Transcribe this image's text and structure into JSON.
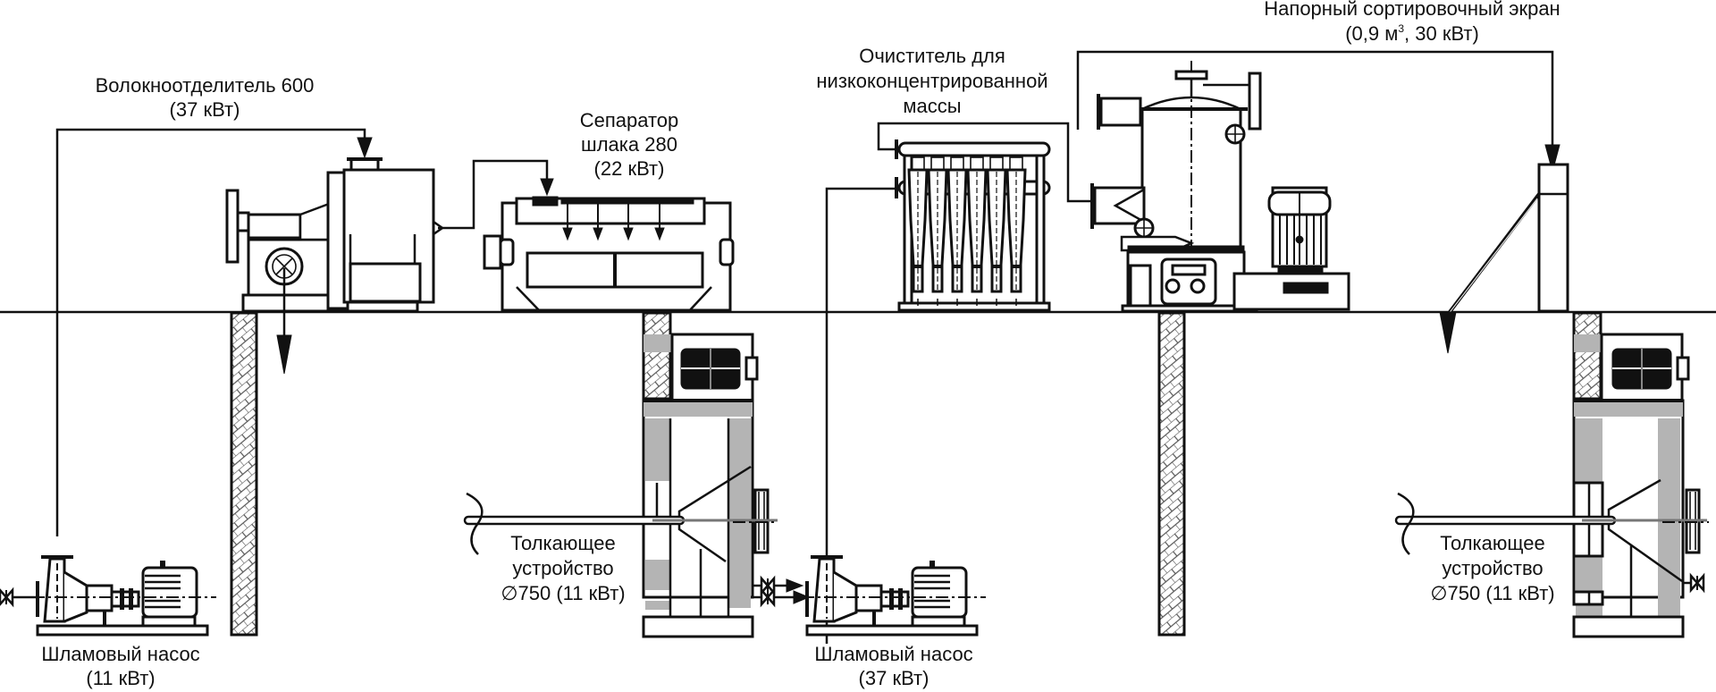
{
  "diagram": {
    "type": "process-flow-schematic",
    "line_color": "#111111",
    "fill_gray": "#b4b4b4",
    "background": "#ffffff"
  },
  "labels": {
    "fiber_separator": {
      "line1": "Волокноотделитель 600",
      "line2": "(37 кВт)"
    },
    "slag_separator": {
      "line1": "Сепаратор",
      "line2": "шлака 280",
      "line3": "(22 кВт)"
    },
    "low_consistency_cleaner": {
      "line1": "Очиститель для",
      "line2": "низкоконцентрированной",
      "line3": "массы"
    },
    "pressure_screen": {
      "line1": "Напорный сортировочный экран",
      "line2_prefix": "(0,9 м",
      "line2_sup": "3",
      "line2_suffix": ", 30 кВт)"
    },
    "pusher_1": {
      "line1": "Толкающее",
      "line2": "устройство",
      "line3": "∅750 (11 кВт)"
    },
    "pusher_2": {
      "line1": "Толкающее",
      "line2": "устройство",
      "line3": "∅750 (11 кВт)"
    },
    "slurry_pump_1": {
      "line1": "Шламовый насос",
      "line2": "(11 кВт)"
    },
    "slurry_pump_2": {
      "line1": "Шламовый насос",
      "line2": "(37 кВт)"
    }
  },
  "components": [
    {
      "id": "fiber-separator",
      "name": "Волокноотделитель 600",
      "power_kw": 37
    },
    {
      "id": "slag-separator",
      "name": "Сепаратор шлака 280",
      "power_kw": 22
    },
    {
      "id": "low-consistency-cleaner",
      "name": "Очиститель для низкоконцентрированной массы",
      "cyclones": 6
    },
    {
      "id": "pressure-screen",
      "name": "Напорный сортировочный экран",
      "volume_m3": 0.9,
      "power_kw": 30
    },
    {
      "id": "pusher-1",
      "name": "Толкающее устройство ∅750",
      "power_kw": 11
    },
    {
      "id": "pusher-2",
      "name": "Толкающее устройство ∅750",
      "power_kw": 11
    },
    {
      "id": "slurry-pump-1",
      "name": "Шламовый насос",
      "power_kw": 11
    },
    {
      "id": "slurry-pump-2",
      "name": "Шламовый насос",
      "power_kw": 37
    }
  ]
}
